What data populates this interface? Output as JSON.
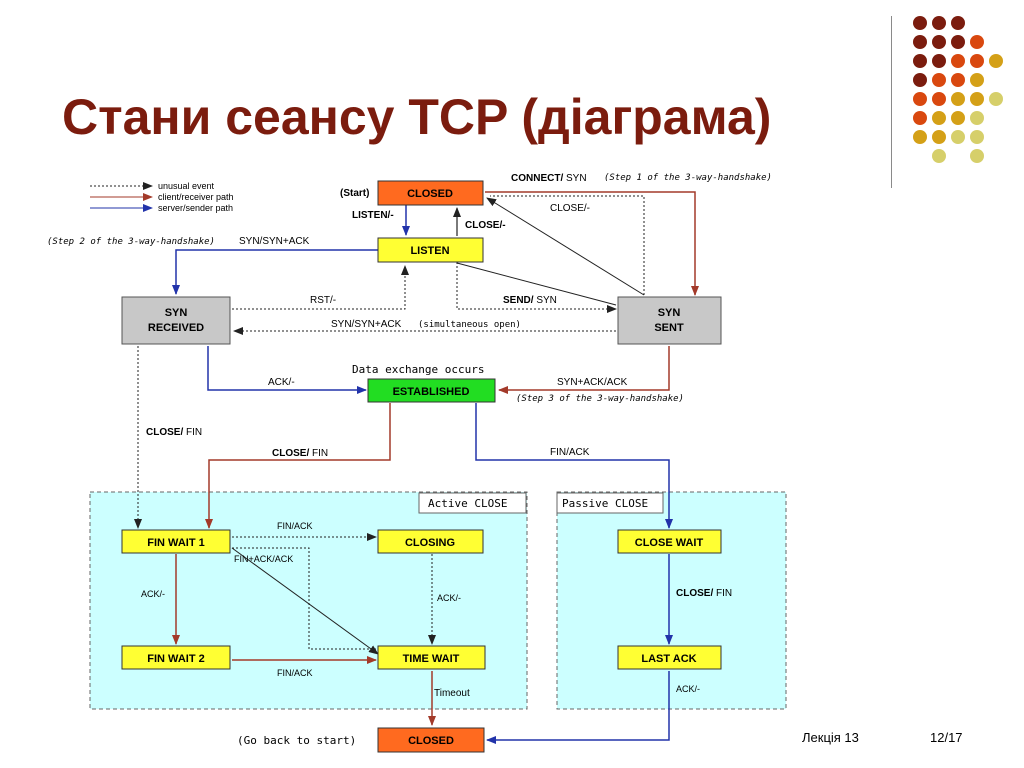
{
  "slide": {
    "title": "Стани сеансу TCP (діаграма)",
    "footer_left": "Лекція 13",
    "footer_right": "12/17"
  },
  "colors": {
    "title": "#7b1c0e",
    "dot_dark": "#7b1c0e",
    "dot_orange": "#d9480f",
    "dot_gold": "#d4a017",
    "dot_pale": "#d6cf6a",
    "yellow_box": "#ffff33",
    "orange_box": "#ff6a1f",
    "gray_box": "#c8c8c8",
    "green_box": "#22dd22",
    "cyan_region": "#ccffff",
    "client_path": "#a33a2a",
    "server_path": "#2233aa",
    "unusual": "#222222"
  },
  "legend": {
    "unusual": "unusual event",
    "client": "client/receiver path",
    "server": "server/sender path"
  },
  "states": {
    "closed_top": "CLOSED",
    "listen": "LISTEN",
    "syn_received_1": "SYN",
    "syn_received_2": "RECEIVED",
    "syn_sent_1": "SYN",
    "syn_sent_2": "SENT",
    "established": "ESTABLISHED",
    "fin_wait_1": "FIN WAIT 1",
    "fin_wait_2": "FIN WAIT 2",
    "closing": "CLOSING",
    "time_wait": "TIME WAIT",
    "close_wait": "CLOSE WAIT",
    "last_ack": "LAST ACK",
    "closed_bottom": "CLOSED"
  },
  "labels": {
    "start": "(Start)",
    "connect_bold": "CONNECT/",
    "connect_rest": " SYN",
    "step1": "(Step 1 of the 3-way-handshake)",
    "close_dash_a": "CLOSE/-",
    "listen_bold": "LISTEN/-",
    "close_dash_b": "CLOSE/-",
    "step2": "(Step 2 of the 3-way-handshake)",
    "syn_synack": "SYN/SYN+ACK",
    "rst": "RST/-",
    "send_bold": "SEND/",
    "send_rest": " SYN",
    "syn_synack_2": "SYN/SYN+ACK",
    "simultaneous": "(simultaneous open)",
    "data_exchange": "Data exchange occurs",
    "ack_dash": "ACK/-",
    "synack_ack": "SYN+ACK/ACK",
    "step3": "(Step 3 of the 3-way-handshake)",
    "close_fin_left_bold": "CLOSE/",
    "close_fin_left_rest": " FIN",
    "close_fin_mid_bold": "CLOSE/",
    "close_fin_mid_rest": " FIN",
    "fin_ack_right": "FIN/ACK",
    "active_close": "Active CLOSE",
    "passive_close": "Passive CLOSE",
    "fin_ack_top": "FIN/ACK",
    "fin_ack_ack": "FIN+ACK/ACK",
    "ack_dash_left": "ACK/-",
    "ack_dash_closing": "ACK/-",
    "fin_ack_bottom": "FIN/ACK",
    "close_fin_right_bold": "CLOSE/",
    "close_fin_right_rest": " FIN",
    "timeout": "Timeout",
    "ack_dash_last": "ACK/-",
    "go_back": "(Go back to start)"
  }
}
